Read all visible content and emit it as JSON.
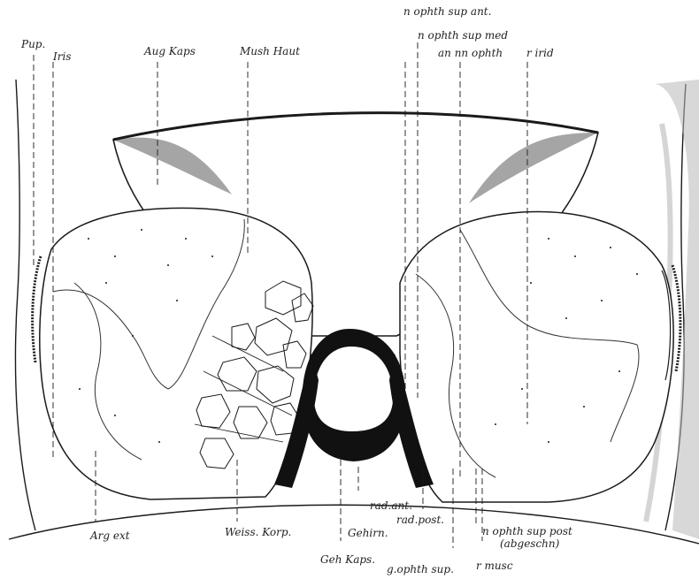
{
  "labels": {
    "pup": "Pup.",
    "iris": "Iris",
    "aug_kaps": "Aug Kaps",
    "mush_haut": "Mush Haut",
    "n_ophth_sup_ant": "n ophth sup ant.",
    "n_ophth_sup_med": "n ophth sup med",
    "an_nn_ophth": "an nn ophth",
    "r_irid": "r irid",
    "arg_ext": "Arg ext",
    "weiss_korp": "Weiss. Korp.",
    "gehirn": "Gehirn.",
    "geh_kaps": "Geh Kaps.",
    "rad_ant": "rad.ant.",
    "rad_post": "rad.post.",
    "n_ophth_sup_post": "n ophth sup post",
    "abgeschn": "(abgeschn)",
    "g_ophth_sup": "g.ophth sup.",
    "r_musc": "r musc"
  },
  "colors": {
    "ink": "#1a1a1a",
    "shade": "#9a9a9a",
    "paper": "#ffffff"
  }
}
